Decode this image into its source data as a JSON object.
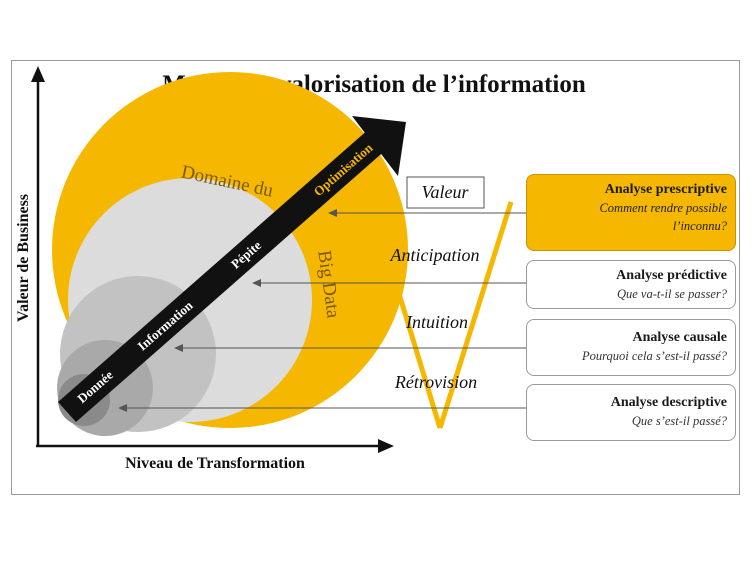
{
  "title": "Modèle de valorisation de l’information",
  "axes": {
    "y_label": "Valeur de Business",
    "x_label": "Niveau de Transformation"
  },
  "domain_label": {
    "line1": "Domaine du",
    "line2": "Big Data"
  },
  "arrow_labels": [
    "Donnée",
    "Information",
    "Pépite",
    "Optimisation"
  ],
  "levels": [
    {
      "label": "Valeur",
      "boxed": true
    },
    {
      "label": "Anticipation",
      "boxed": false
    },
    {
      "label": "Intuition",
      "boxed": false
    },
    {
      "label": "Rétrovision",
      "boxed": false
    }
  ],
  "analyses": [
    {
      "title": "Analyse prescriptive",
      "subtitle_lines": [
        "Comment rendre possible",
        "l’inconnu?"
      ],
      "highlight": true
    },
    {
      "title": "Analyse prédictive",
      "subtitle_lines": [
        "Que va-t-il se passer?"
      ],
      "highlight": false
    },
    {
      "title": "Analyse causale",
      "subtitle_lines": [
        "Pourquoi cela s’est-il passé?"
      ],
      "highlight": false
    },
    {
      "title": "Analyse descriptive",
      "subtitle_lines": [
        "Que s’est-il passé?"
      ],
      "highlight": false
    }
  ],
  "colors": {
    "gold": "#f6b700",
    "light_grey": "#dcdcdc",
    "mid_grey": "#c2c2c2",
    "grey": "#a9a9a9",
    "dark_grey": "#8a8a8a",
    "arrow": "#111111",
    "arrow_text": "#ffffff",
    "optimisation_text": "#f6b700",
    "domain_text": "#7a5a00"
  }
}
